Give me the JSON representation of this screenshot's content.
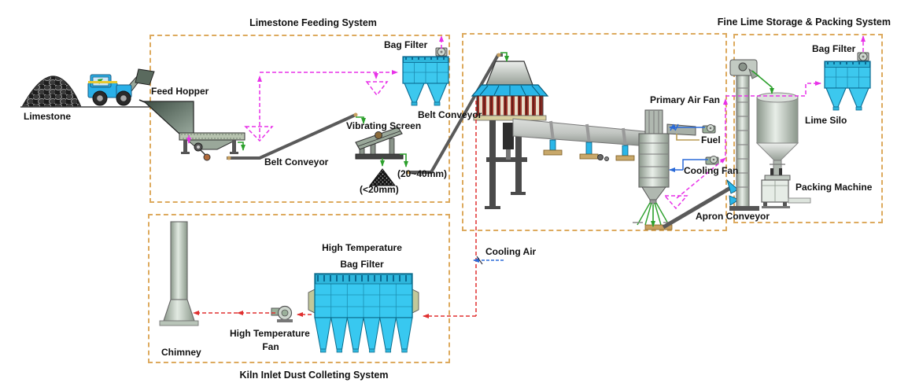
{
  "systems": {
    "limestone_feeding": {
      "title": "Limestone Feeding System"
    },
    "fine_lime": {
      "title": "Fine Lime Storage & Packing System"
    },
    "kiln_inlet_dust": {
      "title": "Kiln Inlet Dust Colleting System"
    }
  },
  "labels": {
    "limestone": "Limestone",
    "feed_hopper": "Feed Hopper",
    "belt_conveyor_1": "Belt Conveyor",
    "bag_filter_1": "Bag Filter",
    "vibrating_screen": "Vibrating Screen",
    "undersize": "(<20mm)",
    "oversize": "(20~40mm)",
    "belt_conveyor_2": "Belt Conveyor",
    "primary_air_fan": "Primary Air Fan",
    "fuel": "Fuel",
    "cooling_fan": "Cooling Fan",
    "apron_conveyor": "Apron Conveyor",
    "bag_filter_2": "Bag Filter",
    "lime_silo": "Lime Silo",
    "packing_machine": "Packing Machine",
    "cooling_air": "Cooling Air",
    "ht_bag_filter_line1": "High Temperature",
    "ht_bag_filter_line2": "Bag Filter",
    "ht_fan_line1": "High Temperature",
    "ht_fan_line2": "Fan",
    "chimney": "Chimney"
  },
  "colors": {
    "system_box_dash": "#ddaa5e",
    "dust_line_magenta": "#e832e8",
    "flue_gas_red": "#e03030",
    "material_green": "#2ca02c",
    "air_blue": "#2a6ad8",
    "equipment_cyan": "#3cc8ee",
    "fuel_khaki": "#b89a50",
    "text": "#111111"
  }
}
